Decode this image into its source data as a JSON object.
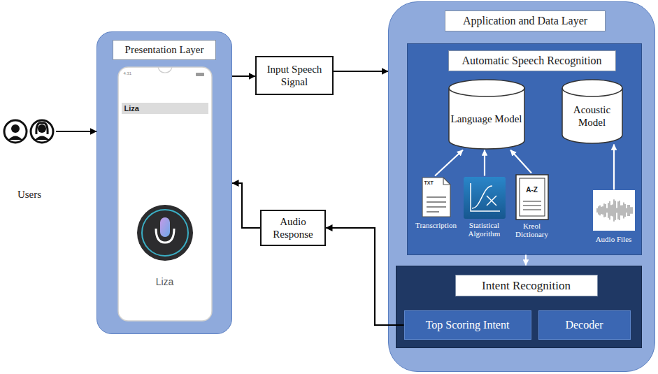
{
  "diagram": {
    "nodes": [
      {
        "text": [
          "Users"
        ]
      },
      {
        "text": [
          "Presentation Layer"
        ]
      },
      {
        "text": [
          "4:31",
          "Liza",
          "Liza"
        ],
        "in": 1
      },
      {
        "text": [
          "Input Speech Signal"
        ]
      },
      {
        "text": [
          "Audio Response"
        ]
      },
      {
        "text": [
          "Application and Data Layer"
        ]
      },
      {
        "text": [
          "Automatic Speech Recognition"
        ],
        "in": 5
      },
      {
        "text": [
          "Language Model"
        ],
        "in": 6
      },
      {
        "text": [
          "Acoustic Model"
        ],
        "in": 6
      },
      {
        "text": [
          "TXT",
          "Transcription"
        ],
        "in": 6
      },
      {
        "text": [
          "Statistical Algorithm"
        ],
        "in": 6
      },
      {
        "text": [
          "A-Z",
          "Kreol Dictionary"
        ],
        "in": 6
      },
      {
        "text": [
          "Audio Files"
        ],
        "in": 6
      },
      {
        "text": [
          "Intent Recognition"
        ],
        "in": 5
      },
      {
        "text": [
          "Top Scoring Intent"
        ],
        "in": 13
      },
      {
        "text": [
          "Decoder"
        ],
        "in": 13
      }
    ],
    "edges": [
      {
        "from": 0,
        "to": 1,
        "arrow": "to"
      },
      {
        "from": 1,
        "to": 3,
        "arrow": "to"
      },
      {
        "from": 3,
        "to": 5,
        "arrow": "to"
      },
      {
        "from": 9,
        "to": 7,
        "arrow": "to"
      },
      {
        "from": 10,
        "to": 7,
        "arrow": "to"
      },
      {
        "from": 11,
        "to": 7,
        "arrow": "to"
      },
      {
        "from": 12,
        "to": 8,
        "arrow": "to"
      },
      {
        "from": 6,
        "to": 13,
        "arrow": "to"
      },
      {
        "from": 14,
        "to": 4,
        "arrow": "to"
      },
      {
        "from": 4,
        "to": 1,
        "arrow": "to"
      }
    ]
  }
}
